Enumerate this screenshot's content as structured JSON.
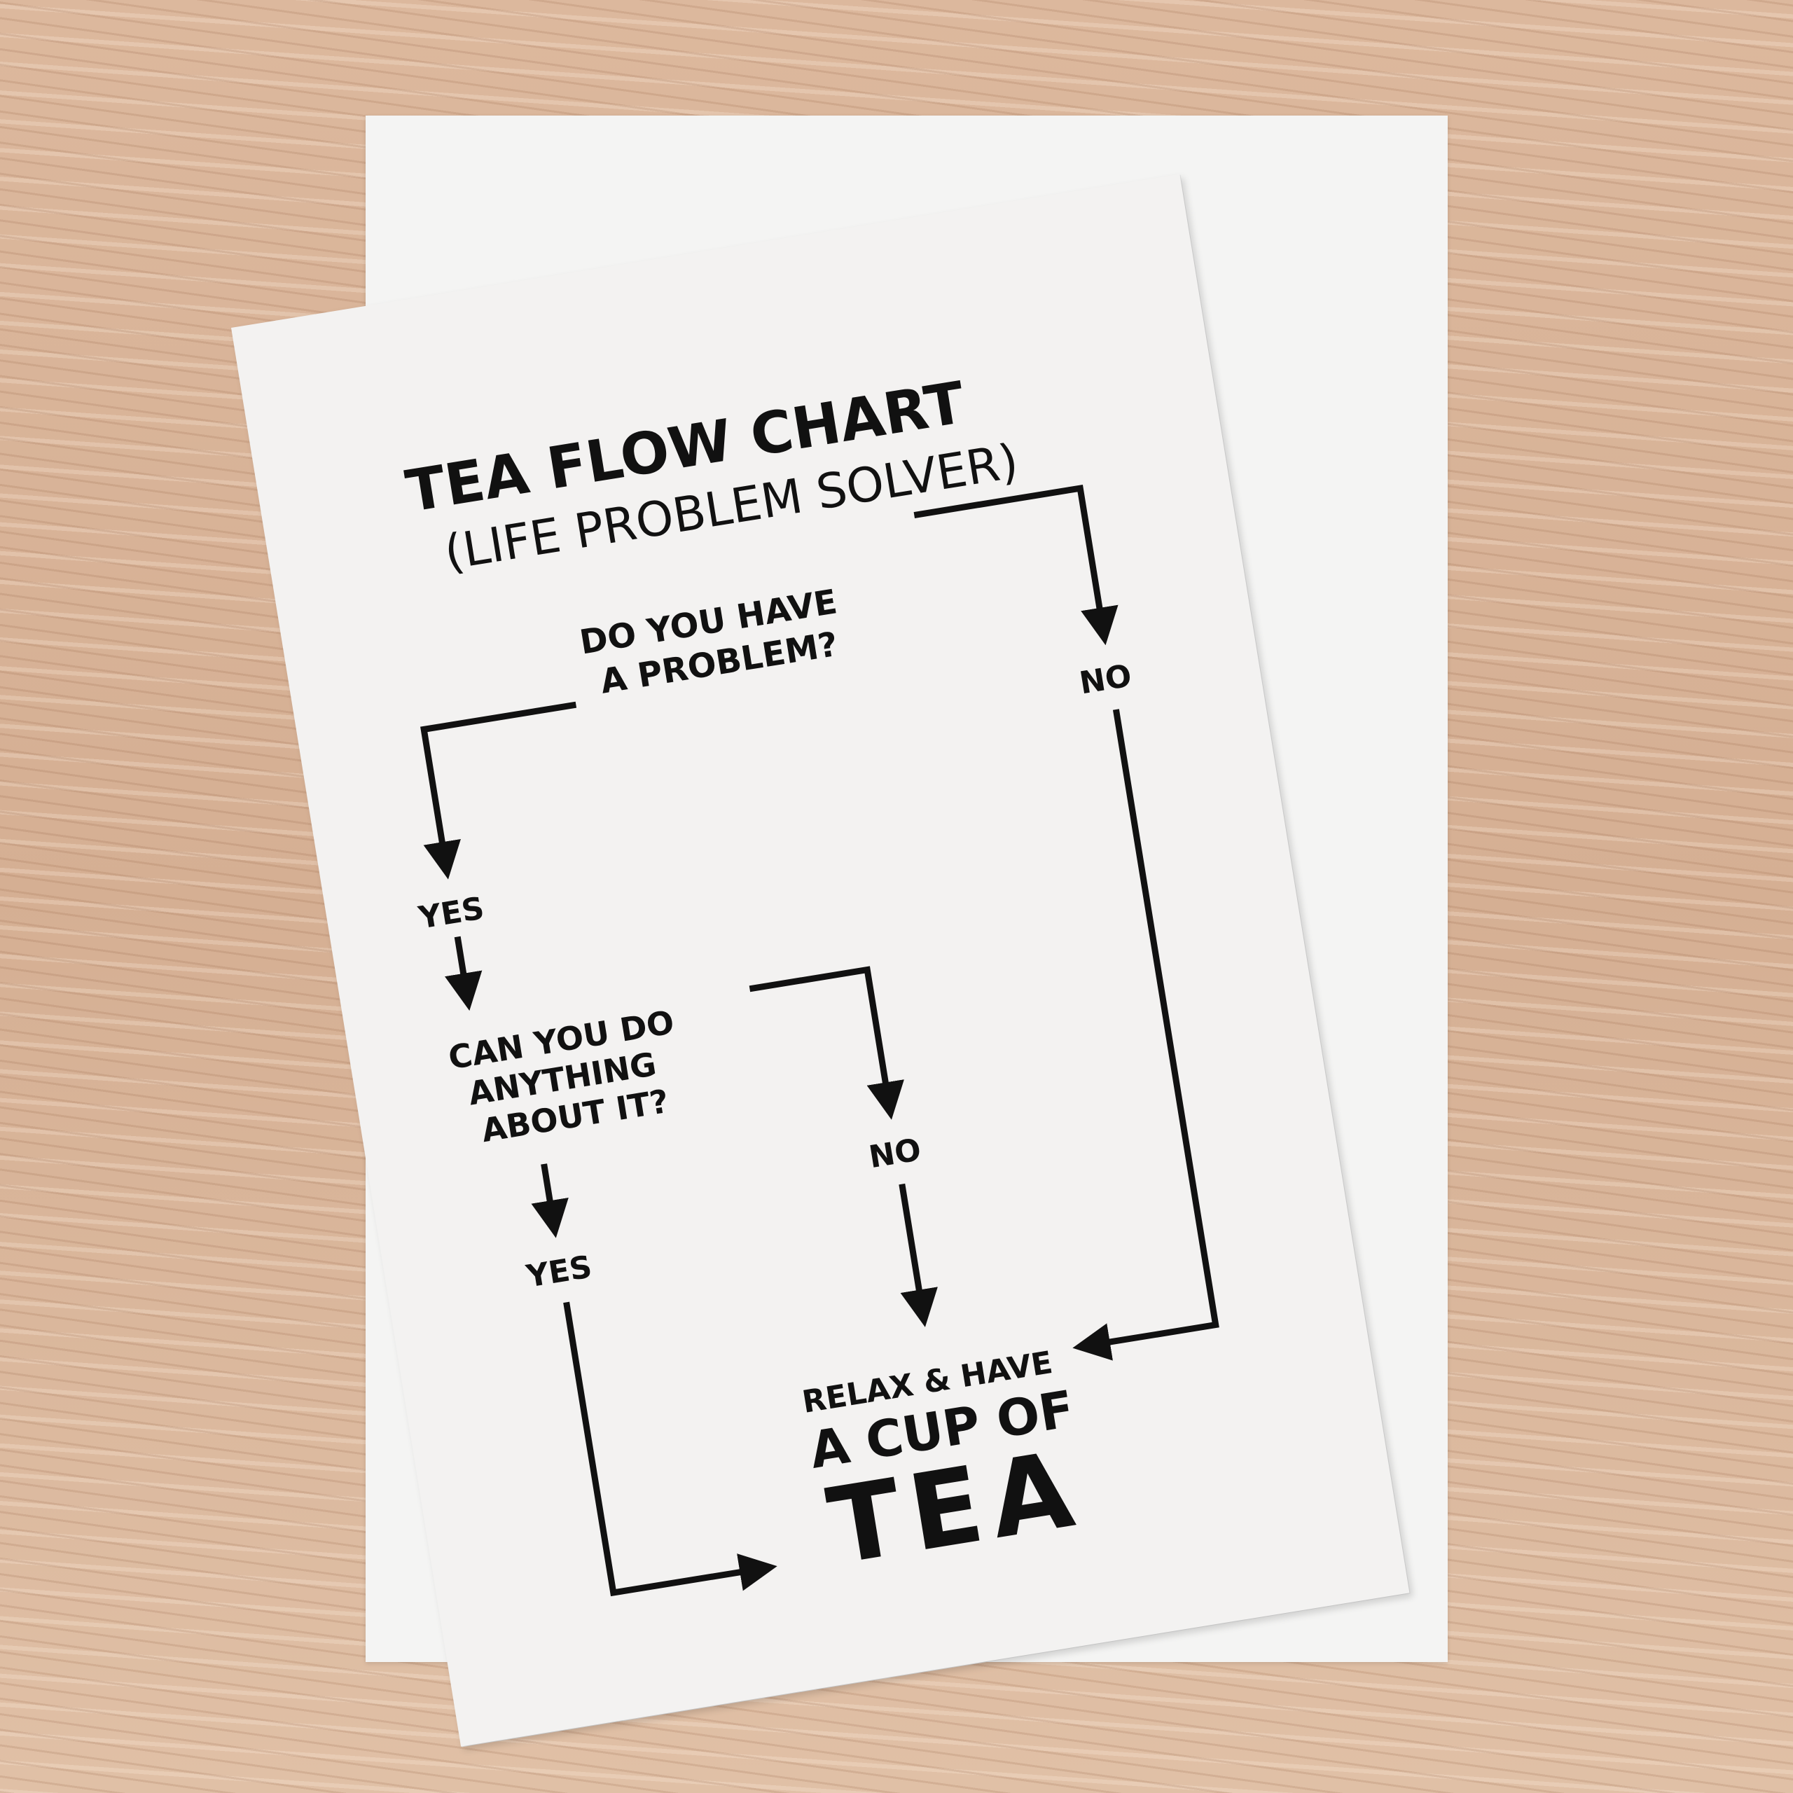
{
  "scene": {
    "background": "wooden-table",
    "colors": {
      "wood": "#d8b49a",
      "paper": "#f3f2f1",
      "ink": "#111111"
    }
  },
  "card": {
    "title": "TEA FLOW CHART",
    "subtitle": "(LIFE PROBLEM SOLVER)",
    "q1_line1": "DO YOU HAVE",
    "q1_line2": "A PROBLEM?",
    "q1_yes": "YES",
    "q1_no": "NO",
    "q2_line1": "CAN YOU DO",
    "q2_line2": "ANYTHING",
    "q2_line3": "ABOUT IT?",
    "q2_yes": "YES",
    "q2_no": "NO",
    "result_line1": "RELAX & HAVE",
    "result_line2": "A CUP OF",
    "result_line3": "TEA"
  }
}
